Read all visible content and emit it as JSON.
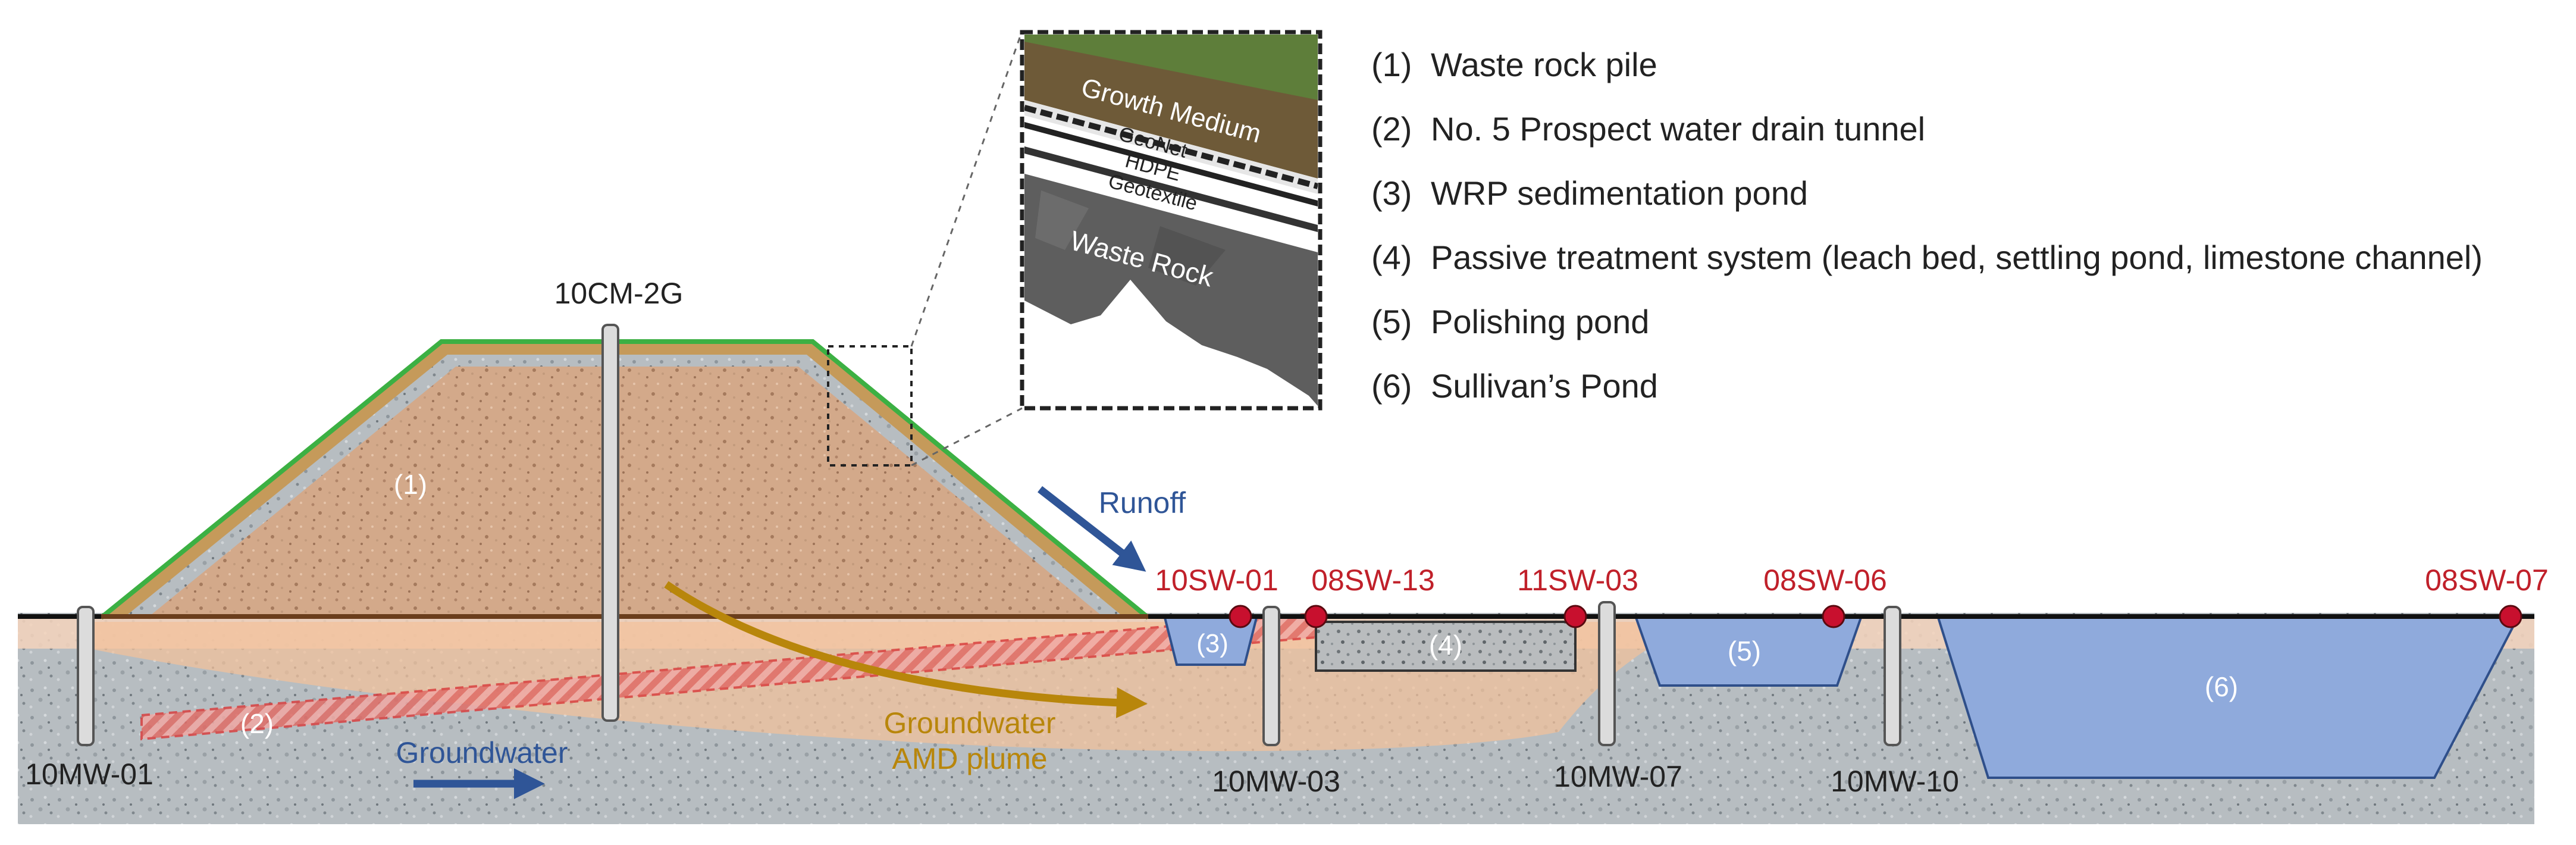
{
  "legend": [
    {
      "num": "(1)",
      "text": "Waste rock pile"
    },
    {
      "num": "(2)",
      "text": "No. 5 Prospect water drain tunnel"
    },
    {
      "num": "(3)",
      "text": "WRP sedimentation pond"
    },
    {
      "num": "(4)",
      "text": "Passive treatment system (leach bed, settling pond, limestone channel)"
    },
    {
      "num": "(5)",
      "text": "Polishing pond"
    },
    {
      "num": "(6)",
      "text": "Sullivan’s Pond"
    }
  ],
  "inset_layers": {
    "growth_medium": "Growth Medium",
    "geonet": "GeoNet",
    "hdpe": "HDPE",
    "geotextile": "Geotextile",
    "waste_rock": "Waste Rock"
  },
  "feature_labels": {
    "pile": "(1)",
    "tunnel": "(2)",
    "sed_pond": "(3)",
    "treatment": "(4)",
    "polishing": "(5)",
    "sullivans": "(6)"
  },
  "wells": {
    "mw01": "10MW-01",
    "cm2g": "10CM-2G",
    "mw03": "10MW-03",
    "mw07": "10MW-07",
    "mw10": "10MW-10"
  },
  "surface_water": {
    "sw01": "10SW-01",
    "sw13": "08SW-13",
    "sw03": "11SW-03",
    "sw06": "08SW-06",
    "sw07": "08SW-07"
  },
  "annotations": {
    "runoff": "Runoff",
    "groundwater": "Groundwater",
    "plume_line1": "Groundwater",
    "plume_line2": "AMD plume"
  },
  "colors": {
    "surface_water_marker": "#c8102e",
    "site_label_red": "#c0202a",
    "water": "#8faadc",
    "flow_arrow_blue": "#2f5597",
    "plume_orange": "#f2c09a",
    "plume_arrow": "#b8860b",
    "cover_green": "#3cb043"
  }
}
